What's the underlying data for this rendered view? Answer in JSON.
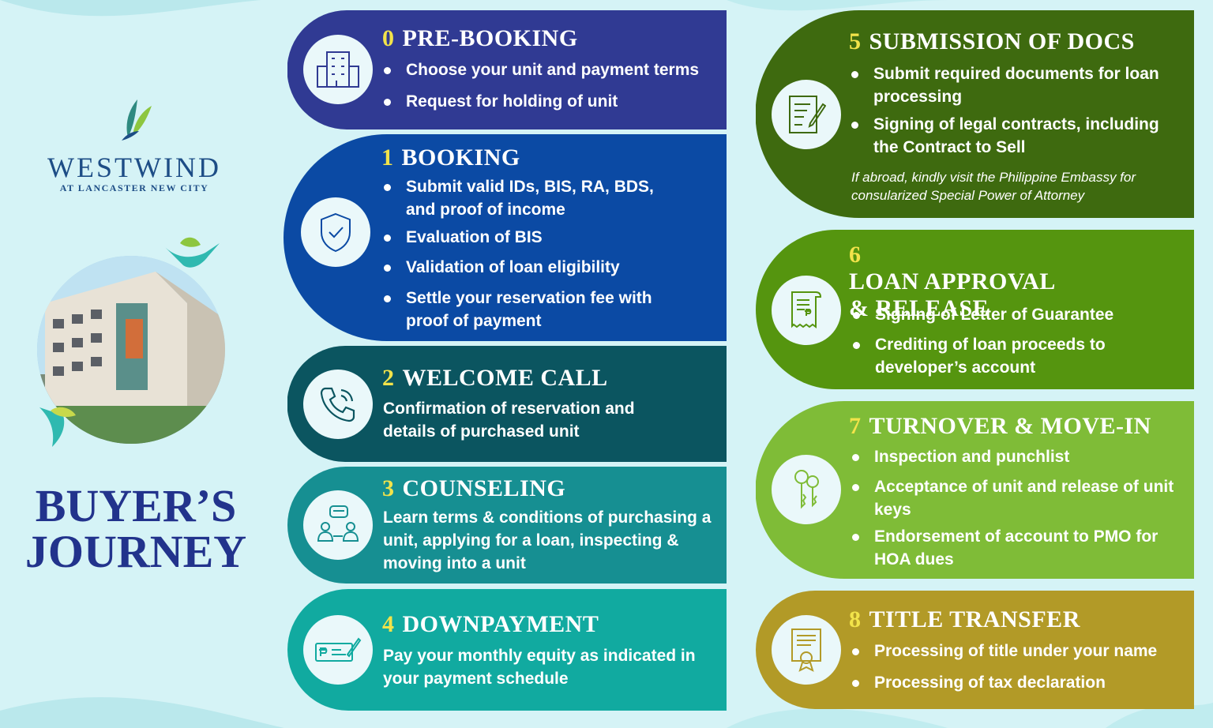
{
  "brand": {
    "name": "WESTWIND",
    "subtitle": "AT LANCASTER NEW CITY"
  },
  "heading": {
    "line1": "BUYER’S",
    "line2": "JOURNEY"
  },
  "colors": {
    "background": "#d5f3f6",
    "heading": "#22338c",
    "step_number": "#f2e34a",
    "s0": "#303a93",
    "s1": "#0b4aa4",
    "s2": "#0b5560",
    "s3": "#168f92",
    "s4": "#11aaa0",
    "s5": "#3e6a0f",
    "s6": "#55950f",
    "s7": "#7fbc37",
    "s8": "#b29a27"
  },
  "steps": [
    {
      "num": "0",
      "title": "PRE-BOOKING",
      "icon": "building-icon",
      "bullets": [
        "Choose your unit and payment terms",
        "Request for holding of unit"
      ]
    },
    {
      "num": "1",
      "title": "BOOKING",
      "icon": "shield-check-icon",
      "bullets": [
        "Submit valid IDs, BIS, RA, BDS, and proof of income",
        "Evaluation of BIS",
        "Validation of loan eligibility",
        "Settle your reservation fee with proof of payment"
      ]
    },
    {
      "num": "2",
      "title": "WELCOME CALL",
      "icon": "phone-icon",
      "text": "Confirmation of reservation and details of purchased unit"
    },
    {
      "num": "3",
      "title": "COUNSELING",
      "icon": "people-chat-icon",
      "text": "Learn terms & conditions of purchasing a unit, applying for a loan, inspecting & moving into a unit"
    },
    {
      "num": "4",
      "title": "DOWNPAYMENT",
      "icon": "cheque-icon",
      "text": "Pay your monthly equity as indicated in your payment schedule"
    },
    {
      "num": "5",
      "title": "SUBMISSION OF DOCS",
      "icon": "document-pen-icon",
      "bullets": [
        "Submit required documents for loan processing",
        "Signing of legal contracts, including the Contract to Sell"
      ],
      "note": "If abroad, kindly visit the Philippine Embassy for consularized Special Power of Attorney"
    },
    {
      "num": "6",
      "title_line1": "LOAN APPROVAL",
      "title_line2": "& RELEASE",
      "icon": "receipt-icon",
      "bullets": [
        "Signing of Letter of Guarantee",
        "Crediting of loan proceeds to developer’s account"
      ]
    },
    {
      "num": "7",
      "title": "TURNOVER & MOVE-IN",
      "icon": "keys-icon",
      "bullets": [
        "Inspection and punchlist",
        "Acceptance of unit and release of unit keys",
        "Endorsement of account to PMO for HOA dues"
      ]
    },
    {
      "num": "8",
      "title": "TITLE TRANSFER",
      "icon": "certificate-icon",
      "bullets": [
        "Processing of title under your name",
        "Processing of tax declaration"
      ]
    }
  ]
}
